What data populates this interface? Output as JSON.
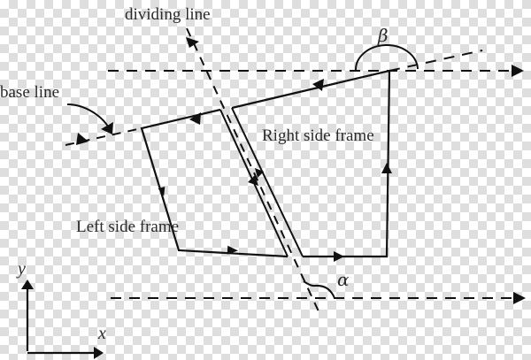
{
  "labels": {
    "dividing_line": "dividing line",
    "base_line": "base line",
    "right_frame": "Right side frame",
    "left_frame": "Left side frame",
    "alpha": "α",
    "beta": "β",
    "x_axis": "x",
    "y_axis": "y"
  },
  "colors": {
    "stroke": "#111111",
    "text": "#2a2a2a",
    "checker_dark": "#dedede",
    "checker_light": "#ffffff"
  }
}
